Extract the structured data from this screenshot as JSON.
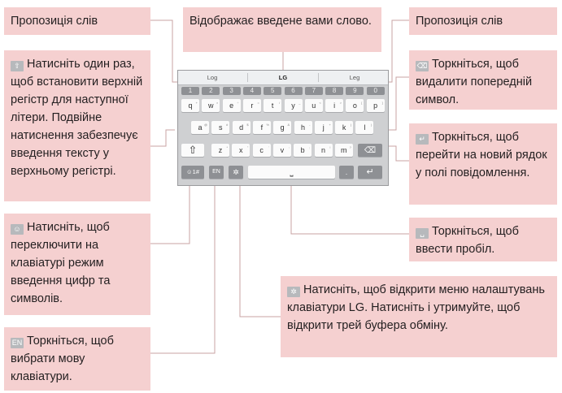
{
  "callouts": {
    "suggestion_left": "Пропозиція слів",
    "input_word": "Відображає введене вами слово.",
    "suggestion_right": "Пропозиція слів",
    "shift": "Натисніть один раз, щоб встановити верхній регістр для наступної літери. Подвійне натиснення забезпечує введення тексту у верхньому регістрі.",
    "delete": "Торкніться, щоб видалити попередній символ.",
    "enter": "Торкніться, щоб перейти на новий рядок у полі повідомлення.",
    "symbols": "Натисніть, щоб переключити на клавіатурі режим введення цифр та символів.",
    "space": "Торкніться, щоб ввести пробіл.",
    "settings": "Натисніть, щоб відкрити меню налаштувань клавіатури LG. Натисніть і утримуйте, щоб відкрити трей буфера обміну.",
    "language": "Торкніться, щоб вибрати мову клавіатури."
  },
  "icons": {
    "shift": "shift-arrow-icon",
    "delete": "backspace-icon",
    "enter": "enter-arrow-icon",
    "symbols": "symbols-key-icon",
    "space": "spacebar-icon",
    "settings": "gear-icon",
    "language": "language-en-icon"
  },
  "keyboard": {
    "suggestions": [
      "Log",
      "LG",
      "Leg"
    ],
    "numbers": [
      "1",
      "2",
      "3",
      "4",
      "5",
      "6",
      "7",
      "8",
      "9",
      "0"
    ],
    "row1": [
      "q",
      "w",
      "e",
      "r",
      "t",
      "y",
      "u",
      "i",
      "o",
      "p"
    ],
    "row2": [
      "a",
      "s",
      "d",
      "f",
      "g",
      "h",
      "j",
      "k",
      "l"
    ],
    "row3": [
      "z",
      "x",
      "c",
      "v",
      "b",
      "n",
      "m"
    ],
    "row1_secondary": [
      "+",
      "×",
      "÷",
      "=",
      "/",
      "_",
      "<",
      ">",
      "[",
      "]"
    ],
    "row2_secondary": [
      "@",
      "#",
      "$",
      "%",
      "&",
      "-",
      "+",
      "(",
      ")"
    ],
    "row3_secondary": [
      "*",
      "\"",
      "'",
      ":",
      ";",
      "!",
      "?"
    ],
    "symbols_label": "☺1#",
    "lang_label": "EN",
    "comma_label": ",",
    "period_label": "."
  },
  "colors": {
    "callout_bg": "#f5d0d0",
    "leader_line": "#c9a3a3",
    "keyboard_bg": "#cfd0d2",
    "dark_key": "#8e9094"
  }
}
